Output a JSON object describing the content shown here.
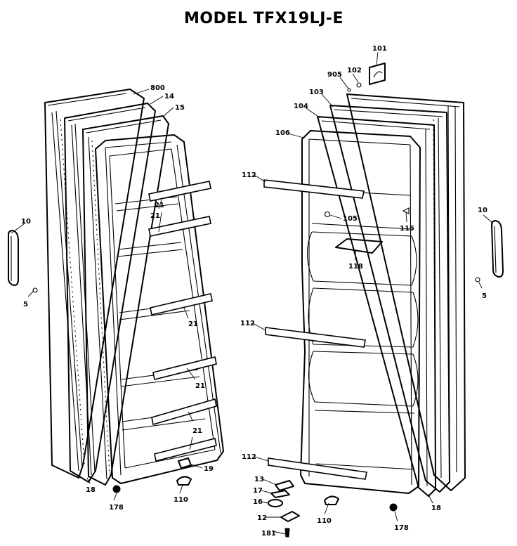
{
  "title": "MODEL TFX19LJ-E",
  "callouts": [
    {
      "id": "c-800",
      "text": "800"
    },
    {
      "id": "c-14",
      "text": "14"
    },
    {
      "id": "c-15",
      "text": "15"
    },
    {
      "id": "c-21a",
      "text": "21"
    },
    {
      "id": "c-21b",
      "text": "21"
    },
    {
      "id": "c-21c",
      "text": "21"
    },
    {
      "id": "c-21d",
      "text": "21"
    },
    {
      "id": "c-21e",
      "text": "21"
    },
    {
      "id": "c-10-left",
      "text": "10"
    },
    {
      "id": "c-5-left",
      "text": "5"
    },
    {
      "id": "c-19",
      "text": "19"
    },
    {
      "id": "c-18-left",
      "text": "18"
    },
    {
      "id": "c-178-left",
      "text": "178"
    },
    {
      "id": "c-110-left",
      "text": "110"
    },
    {
      "id": "c-101",
      "text": "101"
    },
    {
      "id": "c-102",
      "text": "102"
    },
    {
      "id": "c-905",
      "text": "905"
    },
    {
      "id": "c-103",
      "text": "103"
    },
    {
      "id": "c-104",
      "text": "104"
    },
    {
      "id": "c-106",
      "text": "106"
    },
    {
      "id": "c-112a",
      "text": "112"
    },
    {
      "id": "c-105",
      "text": "105"
    },
    {
      "id": "c-115",
      "text": "115"
    },
    {
      "id": "c-118",
      "text": "118"
    },
    {
      "id": "c-10-right",
      "text": "10"
    },
    {
      "id": "c-5-right",
      "text": "5"
    },
    {
      "id": "c-112b",
      "text": "112"
    },
    {
      "id": "c-112c",
      "text": "112"
    },
    {
      "id": "c-13",
      "text": "13"
    },
    {
      "id": "c-17",
      "text": "17"
    },
    {
      "id": "c-16",
      "text": "16"
    },
    {
      "id": "c-110-right",
      "text": "110"
    },
    {
      "id": "c-178-right",
      "text": "178"
    },
    {
      "id": "c-12",
      "text": "12"
    },
    {
      "id": "c-181",
      "text": "181"
    },
    {
      "id": "c-18-right",
      "text": "18"
    }
  ]
}
